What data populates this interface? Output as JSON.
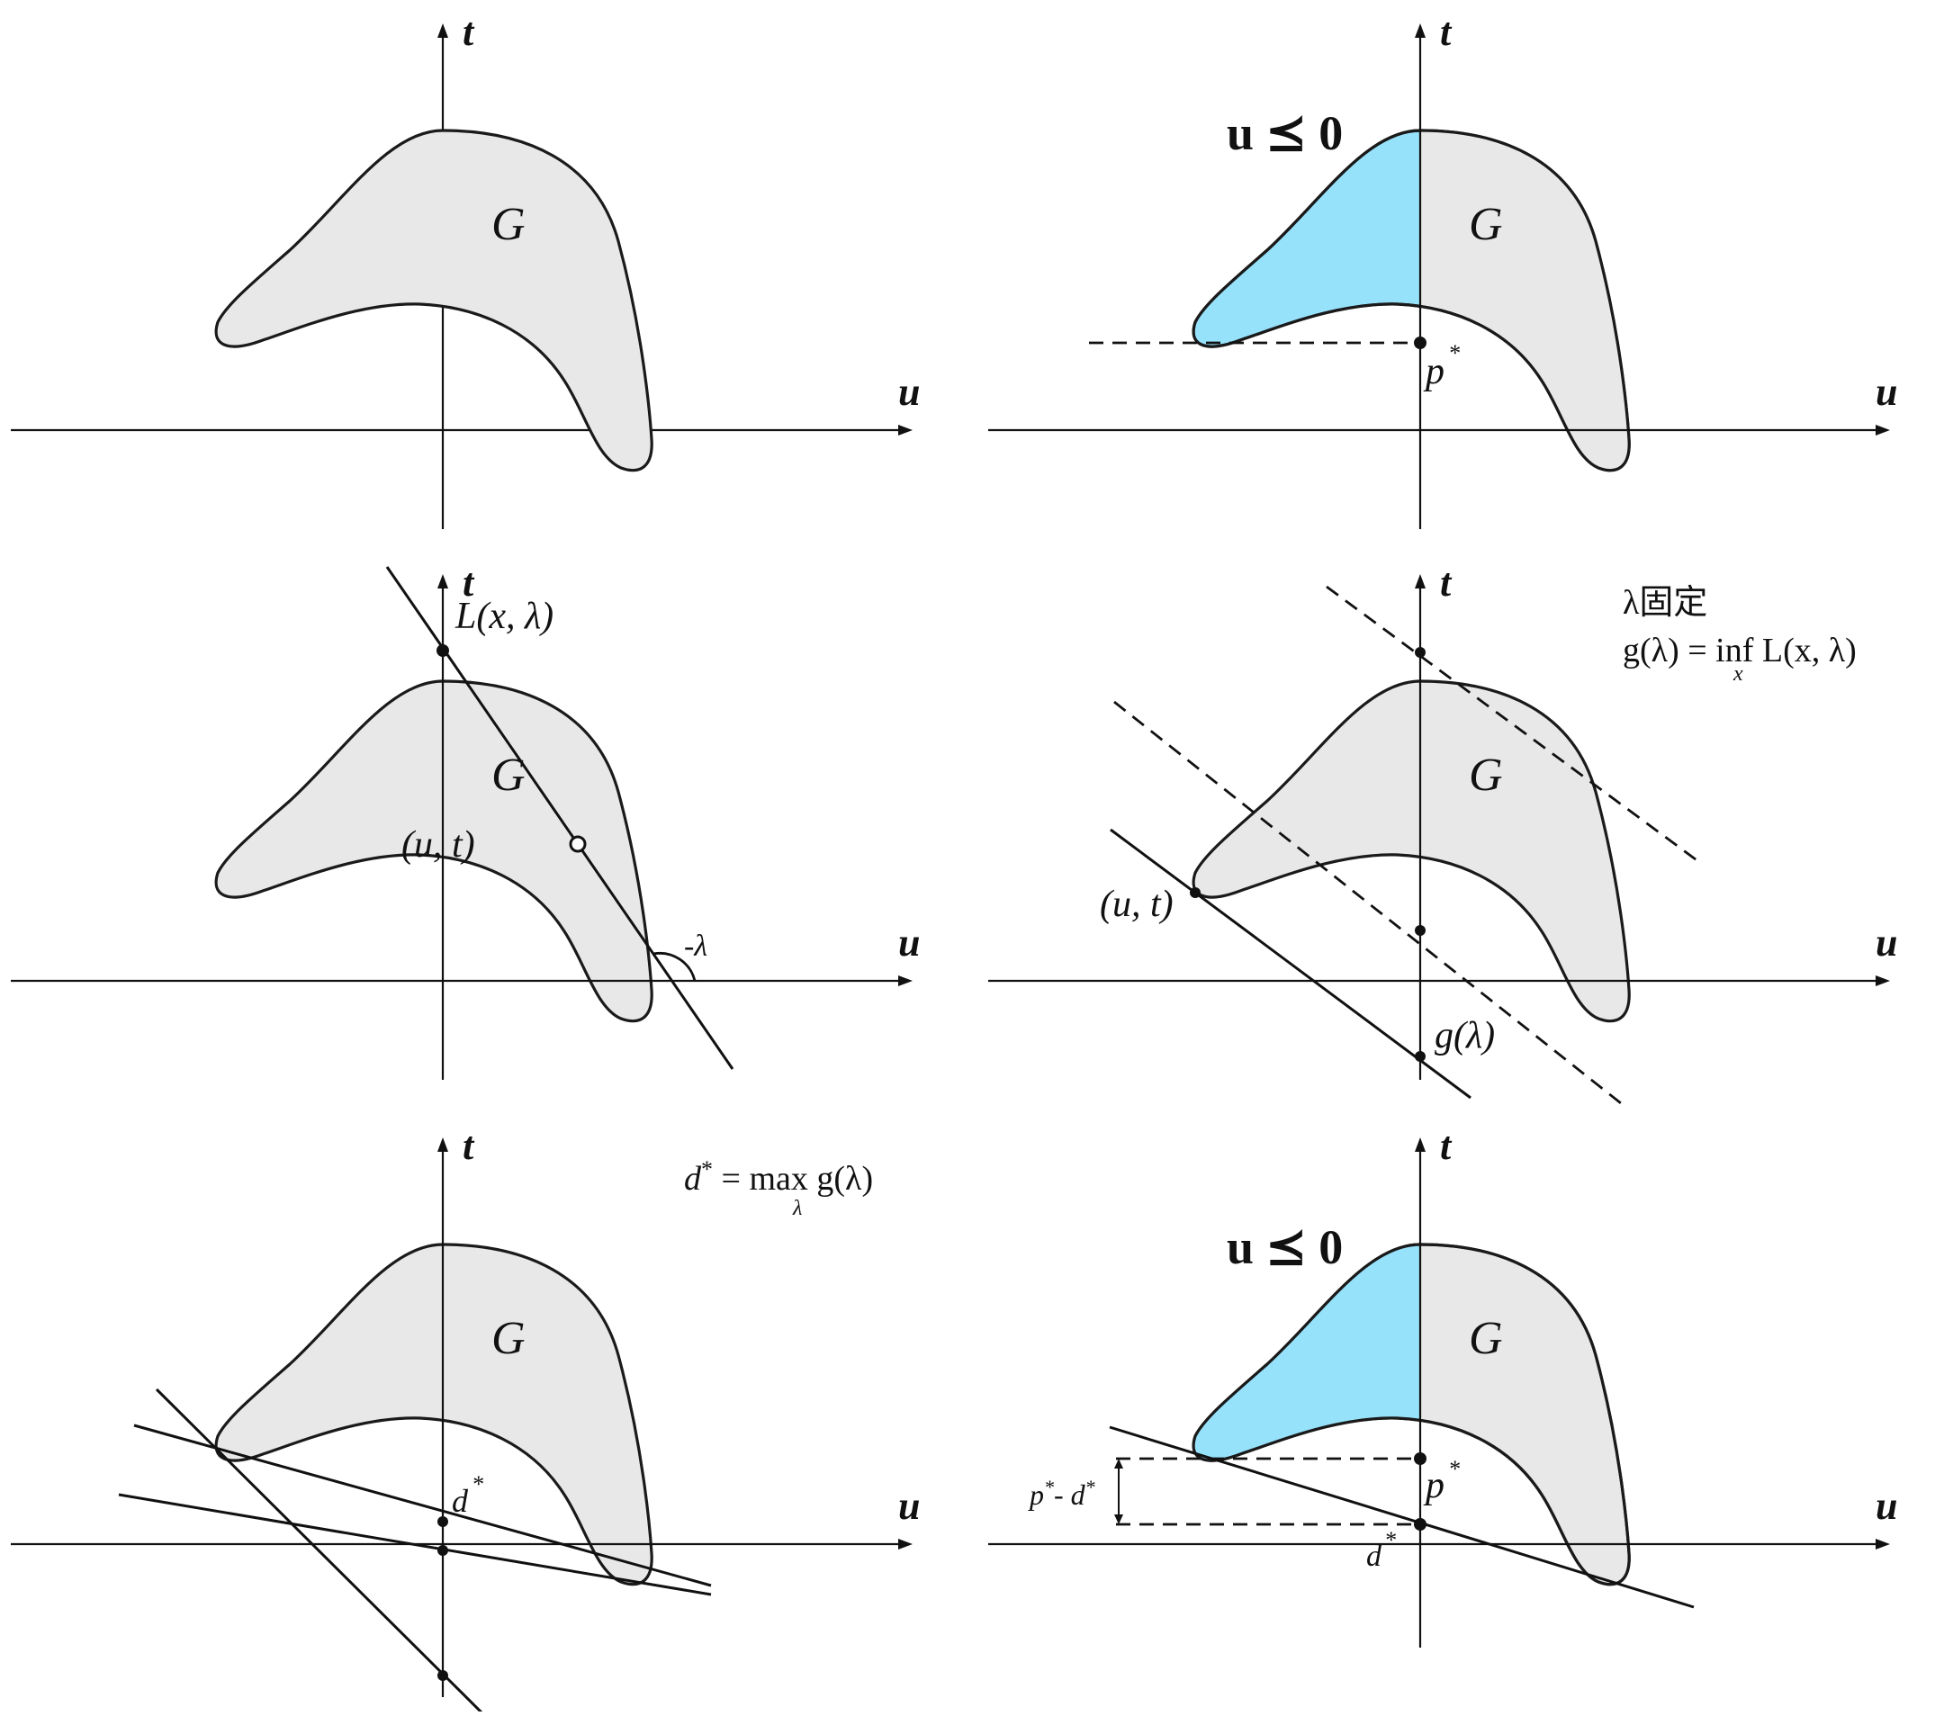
{
  "panels": [
    {
      "id": "p1",
      "t_label": "t",
      "u_label": "u",
      "region_label": "G"
    },
    {
      "id": "p2",
      "t_label": "t",
      "u_label": "u",
      "region_label": "G",
      "constraint_label": "u ⪯ 0",
      "p_star_label": "p",
      "star": "*"
    },
    {
      "id": "p3",
      "t_label": "t",
      "u_label": "u",
      "region_label": "G",
      "lagrangian_label": "L(x, λ)",
      "point_label": "(u, t)",
      "slope_label": "-λ"
    },
    {
      "id": "p4",
      "t_label": "t",
      "u_label": "u",
      "region_label": "G",
      "note_line1": "λ固定",
      "note_line2_left": "g(λ) = ",
      "note_inf": "inf",
      "note_sub": "x",
      "note_line2_right": " L(x, λ)",
      "point_label": "(u, t)",
      "g_label": "g(λ)"
    },
    {
      "id": "p5",
      "t_label": "t",
      "u_label": "u",
      "region_label": "G",
      "formula_left": "d",
      "star": "*",
      "formula_eq": " = ",
      "formula_max": "max",
      "formula_sub": "λ",
      "formula_right": " g(λ)",
      "d_star_label": "d"
    },
    {
      "id": "p6",
      "t_label": "t",
      "u_label": "u",
      "region_label": "G",
      "constraint_label": "u ⪯ 0",
      "p_star_label": "p",
      "d_star_label": "d",
      "star": "*",
      "gap_p": "p",
      "gap_mid": "- d"
    }
  ]
}
